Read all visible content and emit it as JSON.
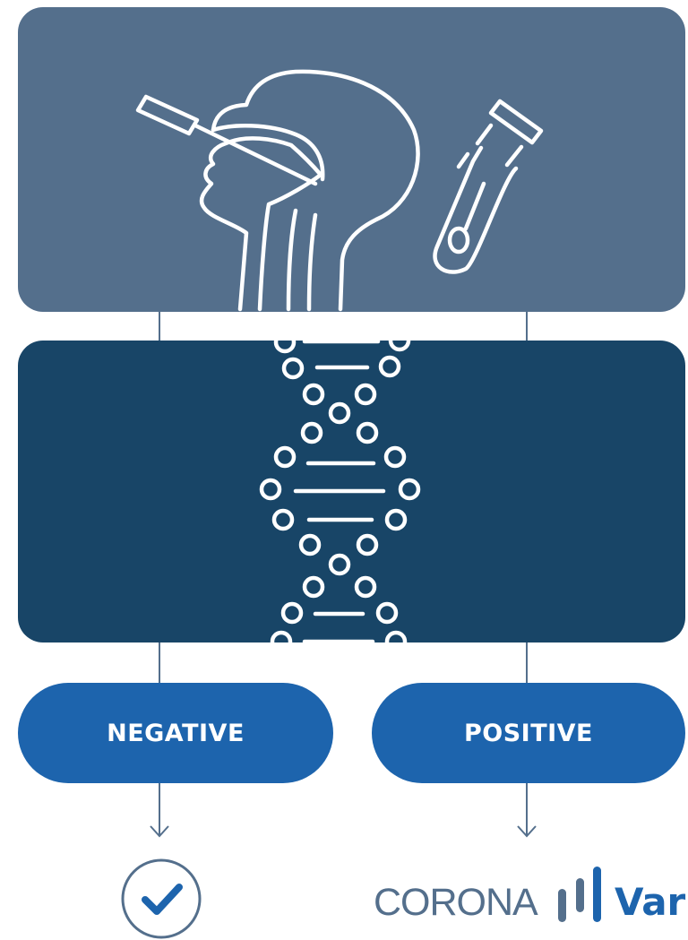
{
  "results": {
    "negative_label": "NEGATIVE",
    "positive_label": "POSITIVE"
  },
  "logo": {
    "word": "CORONA",
    "suffix": "Var"
  },
  "colors": {
    "top_panel": "#546f8c",
    "middle_panel": "#184567",
    "pill": "#1d64ad",
    "connector": "#546f8c",
    "logo_word": "#546f8c",
    "logo_accent": "#1d64ad"
  },
  "icons": {
    "top": [
      "nasal-swab-icon",
      "test-tube-icon"
    ],
    "middle": "dna-helix-icon",
    "result": [
      "check-circle-icon",
      "coronavar-logo"
    ]
  }
}
